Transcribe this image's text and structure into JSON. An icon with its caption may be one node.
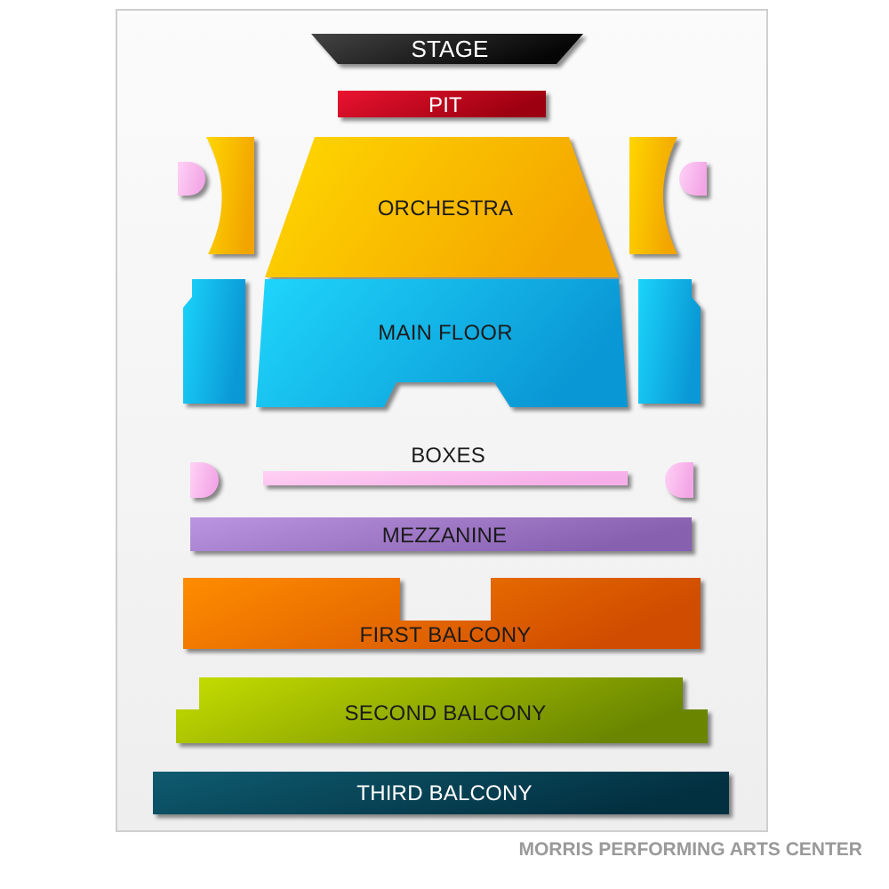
{
  "diagram": {
    "caption": "MORRIS PERFORMING ARTS CENTER",
    "nodes": [
      {
        "text": [
          "STAGE"
        ]
      },
      {
        "text": [
          "PIT"
        ]
      },
      {
        "text": [],
        "shape": "circle"
      },
      {
        "text": [],
        "shape": "box"
      },
      {
        "text": [
          "ORCHESTRA"
        ]
      },
      {
        "text": [],
        "shape": "box"
      },
      {
        "text": [],
        "shape": "circle"
      },
      {
        "text": [],
        "shape": "box"
      },
      {
        "text": [
          "MAIN FLOOR"
        ]
      },
      {
        "text": [],
        "shape": "box"
      },
      {
        "text": [],
        "shape": "circle"
      },
      {
        "text": [
          "BOXES"
        ]
      },
      {
        "text": [],
        "shape": "circle"
      },
      {
        "text": [
          "MEZZANINE"
        ]
      },
      {
        "text": [
          "FIRST BALCONY"
        ]
      },
      {
        "text": [
          "SECOND BALCONY"
        ]
      },
      {
        "text": [
          "THIRD BALCONY"
        ]
      }
    ]
  }
}
